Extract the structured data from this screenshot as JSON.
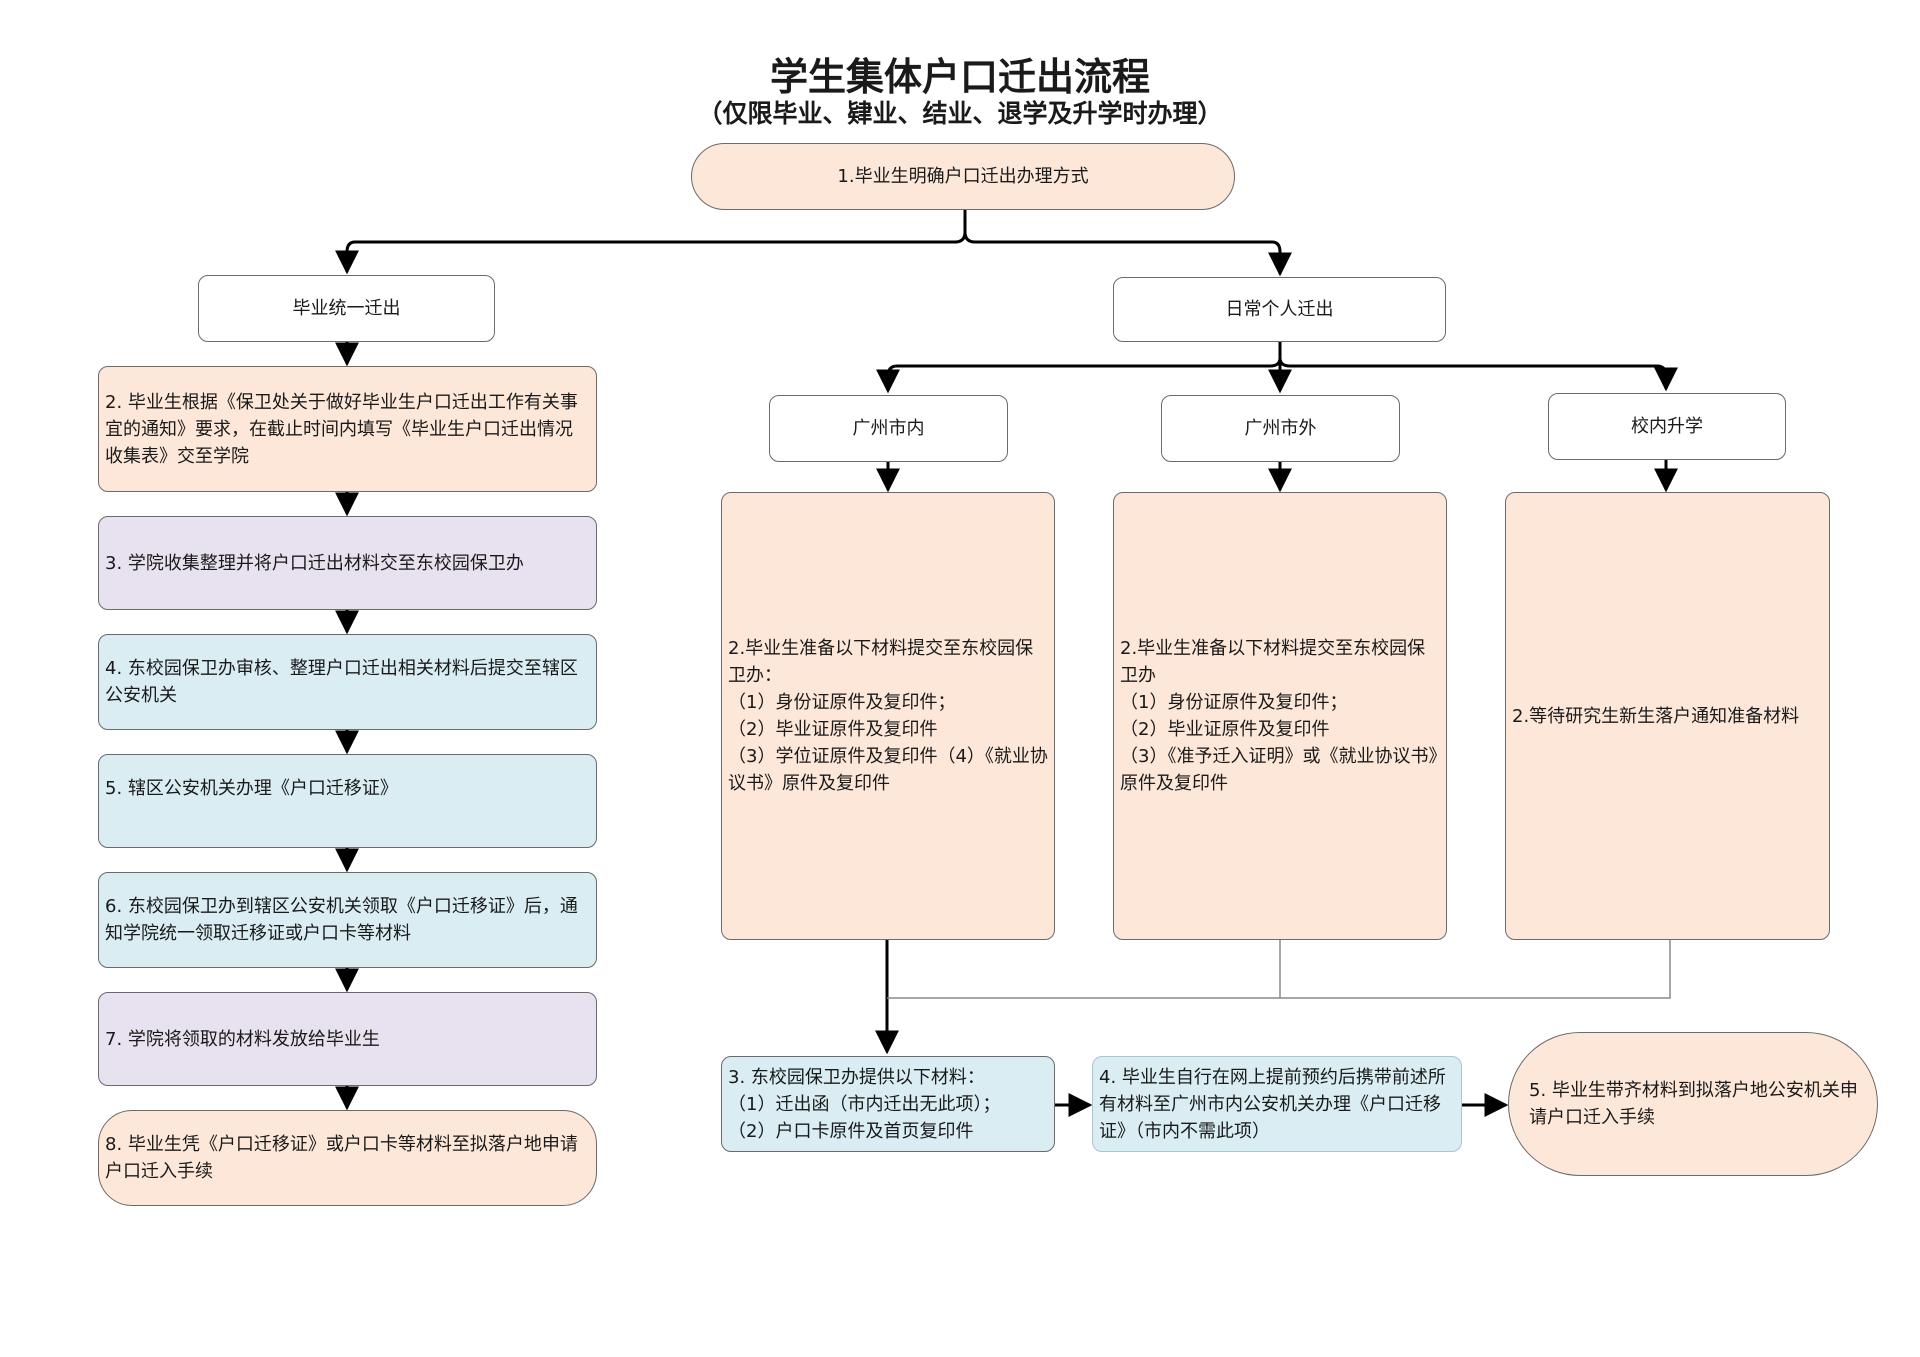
{
  "title": "学生集体户口迁出流程",
  "subtitle": "（仅限毕业、肄业、结业、退学及升学时办理）",
  "top_step": "1.毕业生明确户口迁出办理方式",
  "left": {
    "header": "毕业统一迁出",
    "steps": [
      "2. 毕业生根据《保卫处关于做好毕业生户口迁出工作有关事宜的通知》要求，在截止时间内填写《毕业生户口迁出情况收集表》交至学院",
      "3. 学院收集整理并将户口迁出材料交至东校园保卫办",
      "4. 东校园保卫办审核、整理户口迁出相关材料后提交至辖区公安机关",
      "5. 辖区公安机关办理《户口迁移证》",
      "6. 东校园保卫办到辖区公安机关领取《户口迁移证》后，通知学院统一领取迁移证或户口卡等材料",
      "7. 学院将领取的材料发放给毕业生",
      "8. 毕业生凭《户口迁移证》或户口卡等材料至拟落户地申请户口迁入手续"
    ]
  },
  "right": {
    "header": "日常个人迁出",
    "branches": [
      {
        "label": "广州市内",
        "content": "2.毕业生准备以下材料提交至东校园保卫办：\n（1）身份证原件及复印件；\n（2）毕业证原件及复印件\n（3）学位证原件及复印件（4）《就业协议书》原件及复印件"
      },
      {
        "label": "广州市外",
        "content": "2.毕业生准备以下材料提交至东校园保卫办\n（1）身份证原件及复印件；\n（2）毕业证原件及复印件\n（3）《准予迁入证明》或《就业协议书》原件及复印件"
      },
      {
        "label": "校内升学",
        "content": "2.等待研究生新生落户通知准备材料"
      }
    ],
    "step3": "3. 东校园保卫办提供以下材料：\n（1）迁出函（市内迁出无此项）；\n（2）户口卡原件及首页复印件",
    "step4": "4. 毕业生自行在网上提前预约后携带前述所有材料至广州市内公安机关办理《户口迁移证》（市内不需此项）",
    "step5": "5. 毕业生带齐材料到拟落户地公安机关申请户口迁入手续"
  },
  "colors": {
    "peach": "#fce7d9",
    "lavender": "#e8e1ef",
    "light_blue": "#d9edf3",
    "border": "#6b6b6b",
    "arrow": "#000000"
  }
}
